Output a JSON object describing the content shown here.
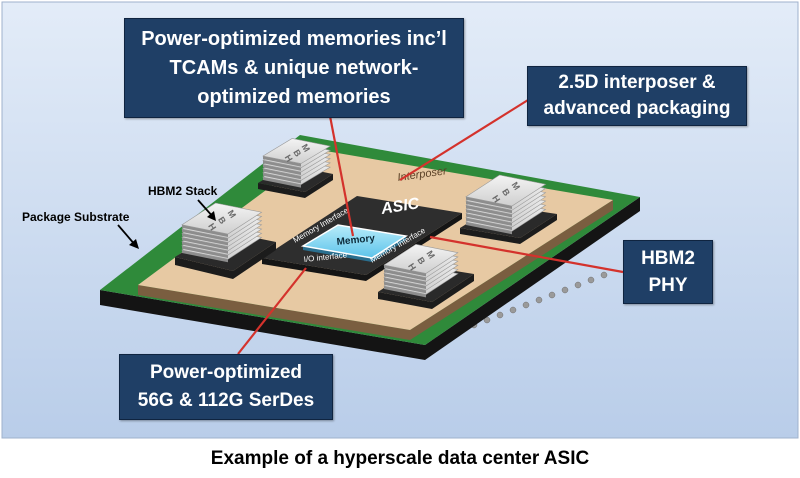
{
  "callouts": {
    "memories": [
      "Power-optimized memories inc’l",
      "TCAMs & unique network-",
      "optimized memories"
    ],
    "interposer": [
      "2.5D interposer &",
      "advanced packaging"
    ],
    "phy": [
      "HBM2",
      "PHY"
    ],
    "serdes": [
      "Power-optimized",
      "56G & 112G SerDes"
    ]
  },
  "labels": {
    "hbm_stack": "HBM2 Stack",
    "package_substrate": "Package Substrate",
    "interposer": "Interposer",
    "asic": "ASIC",
    "memory": "Memory",
    "memory_interface_left": "Memory Interface",
    "memory_interface_right": "Memory Interface",
    "io_interface": "I/O interface",
    "hbm_glyphs": [
      "H",
      "B",
      "M"
    ]
  },
  "caption": "Example of a hyperscale data center ASIC",
  "colors": {
    "background_panel": "#c9d9ef",
    "callout_fill": "#1f3f66",
    "leader_line": "#d4322c",
    "substrate_green": "#2f8a3a",
    "interposer_tan": "#e7c9a3",
    "asic_dark": "#2e2e2e",
    "memory_blue": "#7fd3f0"
  }
}
